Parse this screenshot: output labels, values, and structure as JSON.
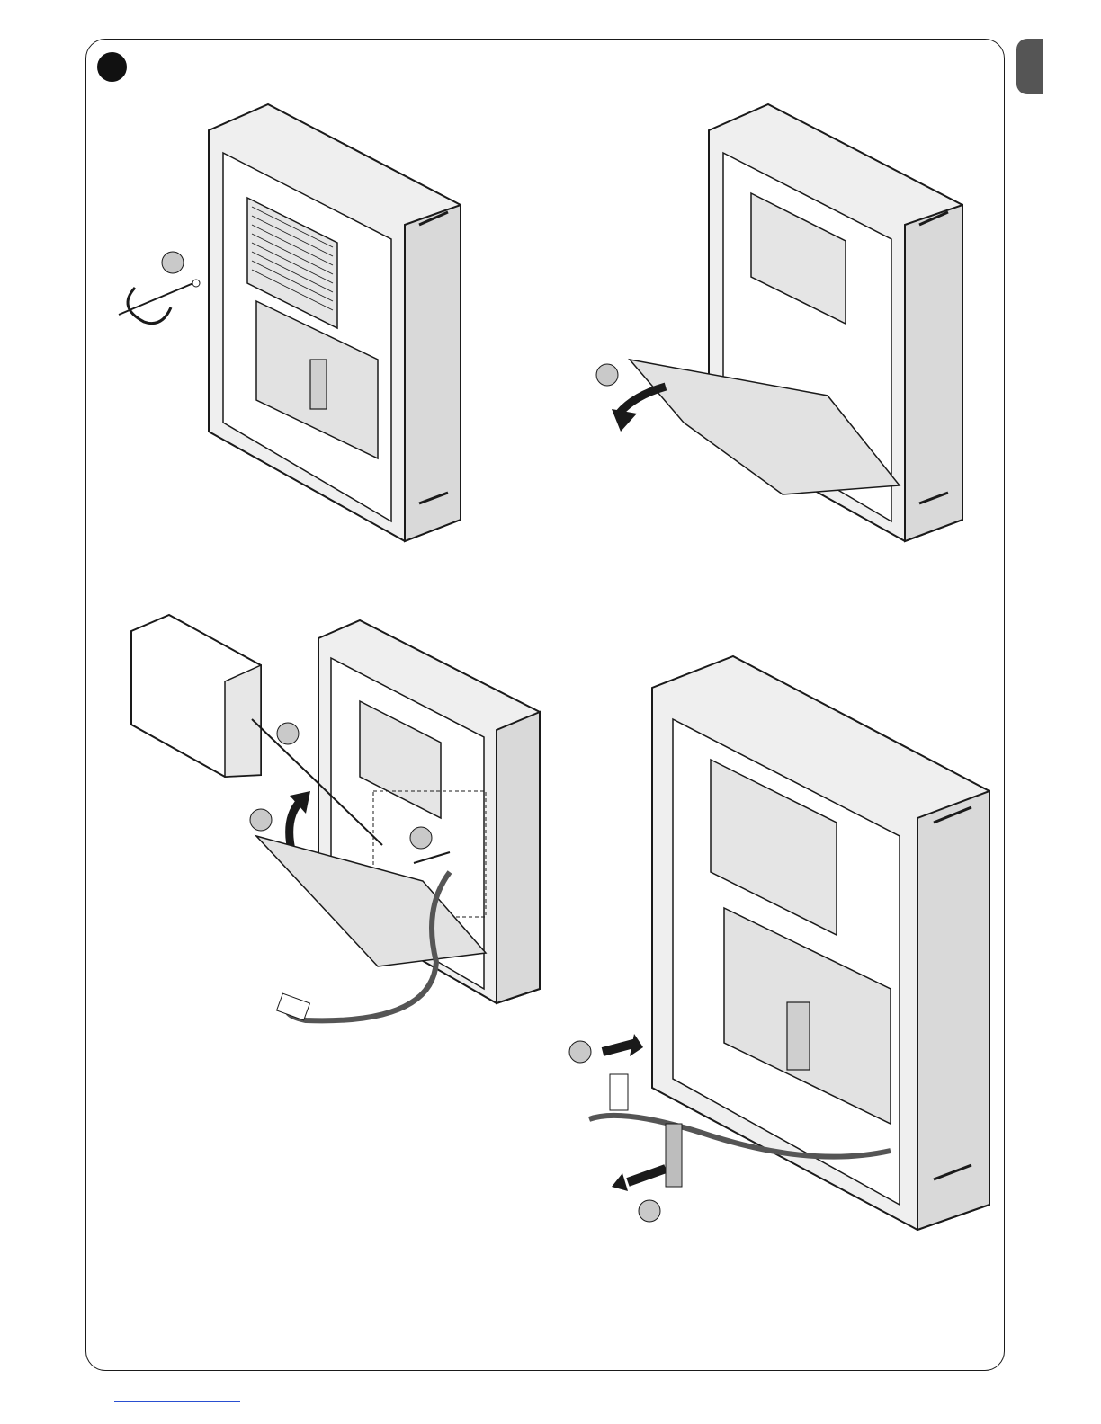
{
  "document": {
    "figure_badge": "figure-number-badge",
    "language_tab": "language-tab",
    "panels": [
      {
        "name": "step-remove-screw",
        "callout": ""
      },
      {
        "name": "step-tilt-board-out",
        "callout": ""
      },
      {
        "name": "step-insert-battery",
        "callout": ""
      },
      {
        "name": "step-connect-battery",
        "callout": ""
      }
    ],
    "colors": {
      "outline": "#1a1a1a",
      "shade": "#d9d9d9",
      "light": "#efefef",
      "callout": "#c9c9c9"
    }
  }
}
